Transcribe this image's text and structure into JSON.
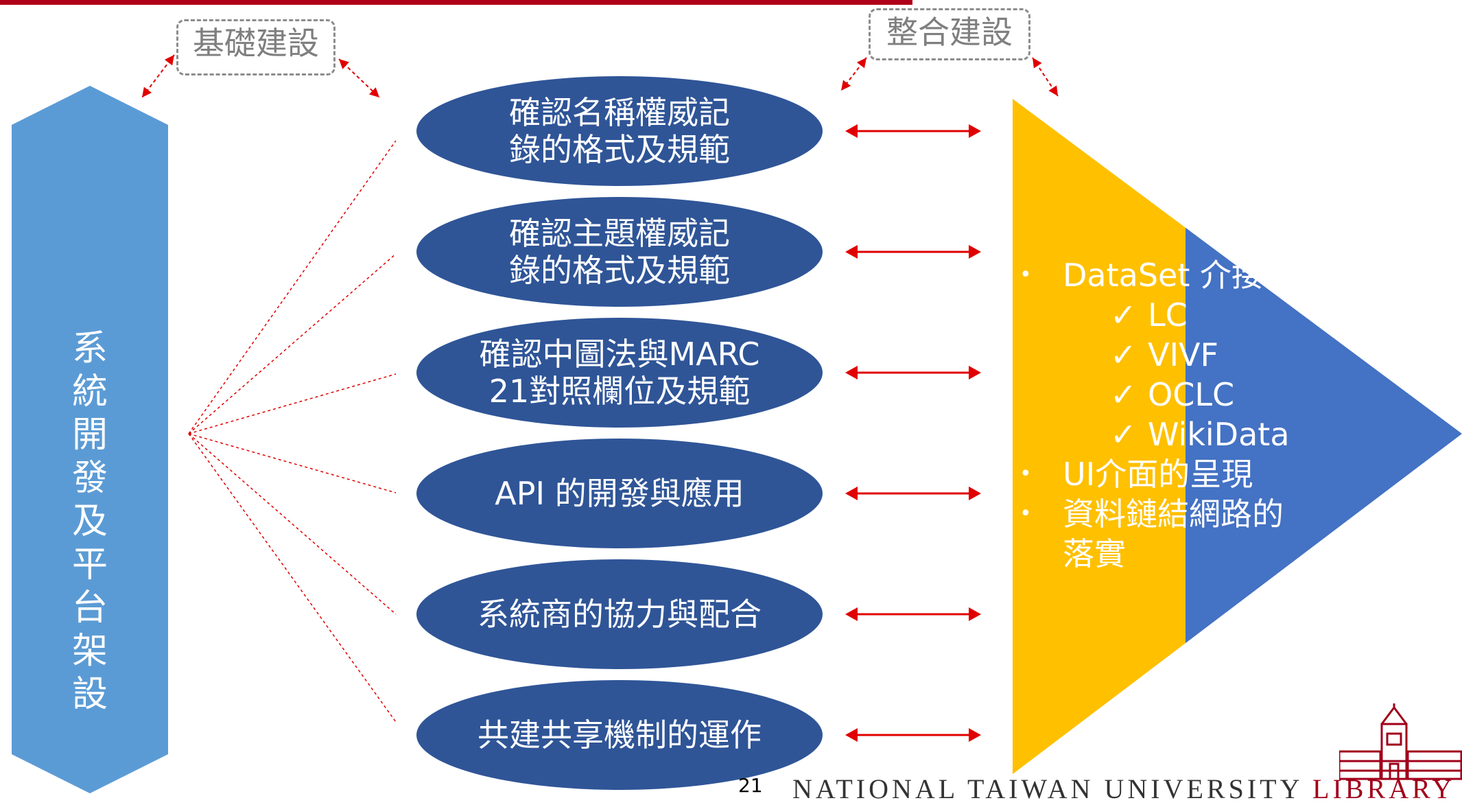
{
  "tags": {
    "left": "基礎建設",
    "right": "整合建設"
  },
  "left_column": {
    "label": [
      "系",
      "統",
      "開",
      "發",
      "及",
      "平",
      "台",
      "架",
      "設"
    ],
    "color": "#5b9bd5"
  },
  "ellipses": [
    {
      "label": "確認名稱權威記\n錄的格式及規範"
    },
    {
      "label": "確認主題權威記\n錄的格式及規範"
    },
    {
      "label": "確認中圖法與MARC\n21對照欄位及規範"
    },
    {
      "label": "API 的開發與應用"
    },
    {
      "label": "系統商的協力與配合"
    },
    {
      "label": "共建共享機制的運作"
    }
  ],
  "right_panel": {
    "colors": {
      "yellow": "#ffc000",
      "blue": "#4472c4"
    },
    "items": [
      {
        "text": "DataSet 介接",
        "children": [
          "LC",
          "VIVF",
          "OCLC",
          "WikiData"
        ]
      },
      {
        "text": "UI介面的呈現",
        "children": []
      },
      {
        "text": "資料鏈結網路的\n落實",
        "children": []
      }
    ]
  },
  "footer": {
    "page_number": "21",
    "text": "NATIONAL TAIWAN UNIVERSITY ",
    "text_library": "LIBRARY"
  },
  "colors": {
    "ellipse": "#2f5597",
    "arrow": "#e00000",
    "top_bar": "#b0001a"
  }
}
